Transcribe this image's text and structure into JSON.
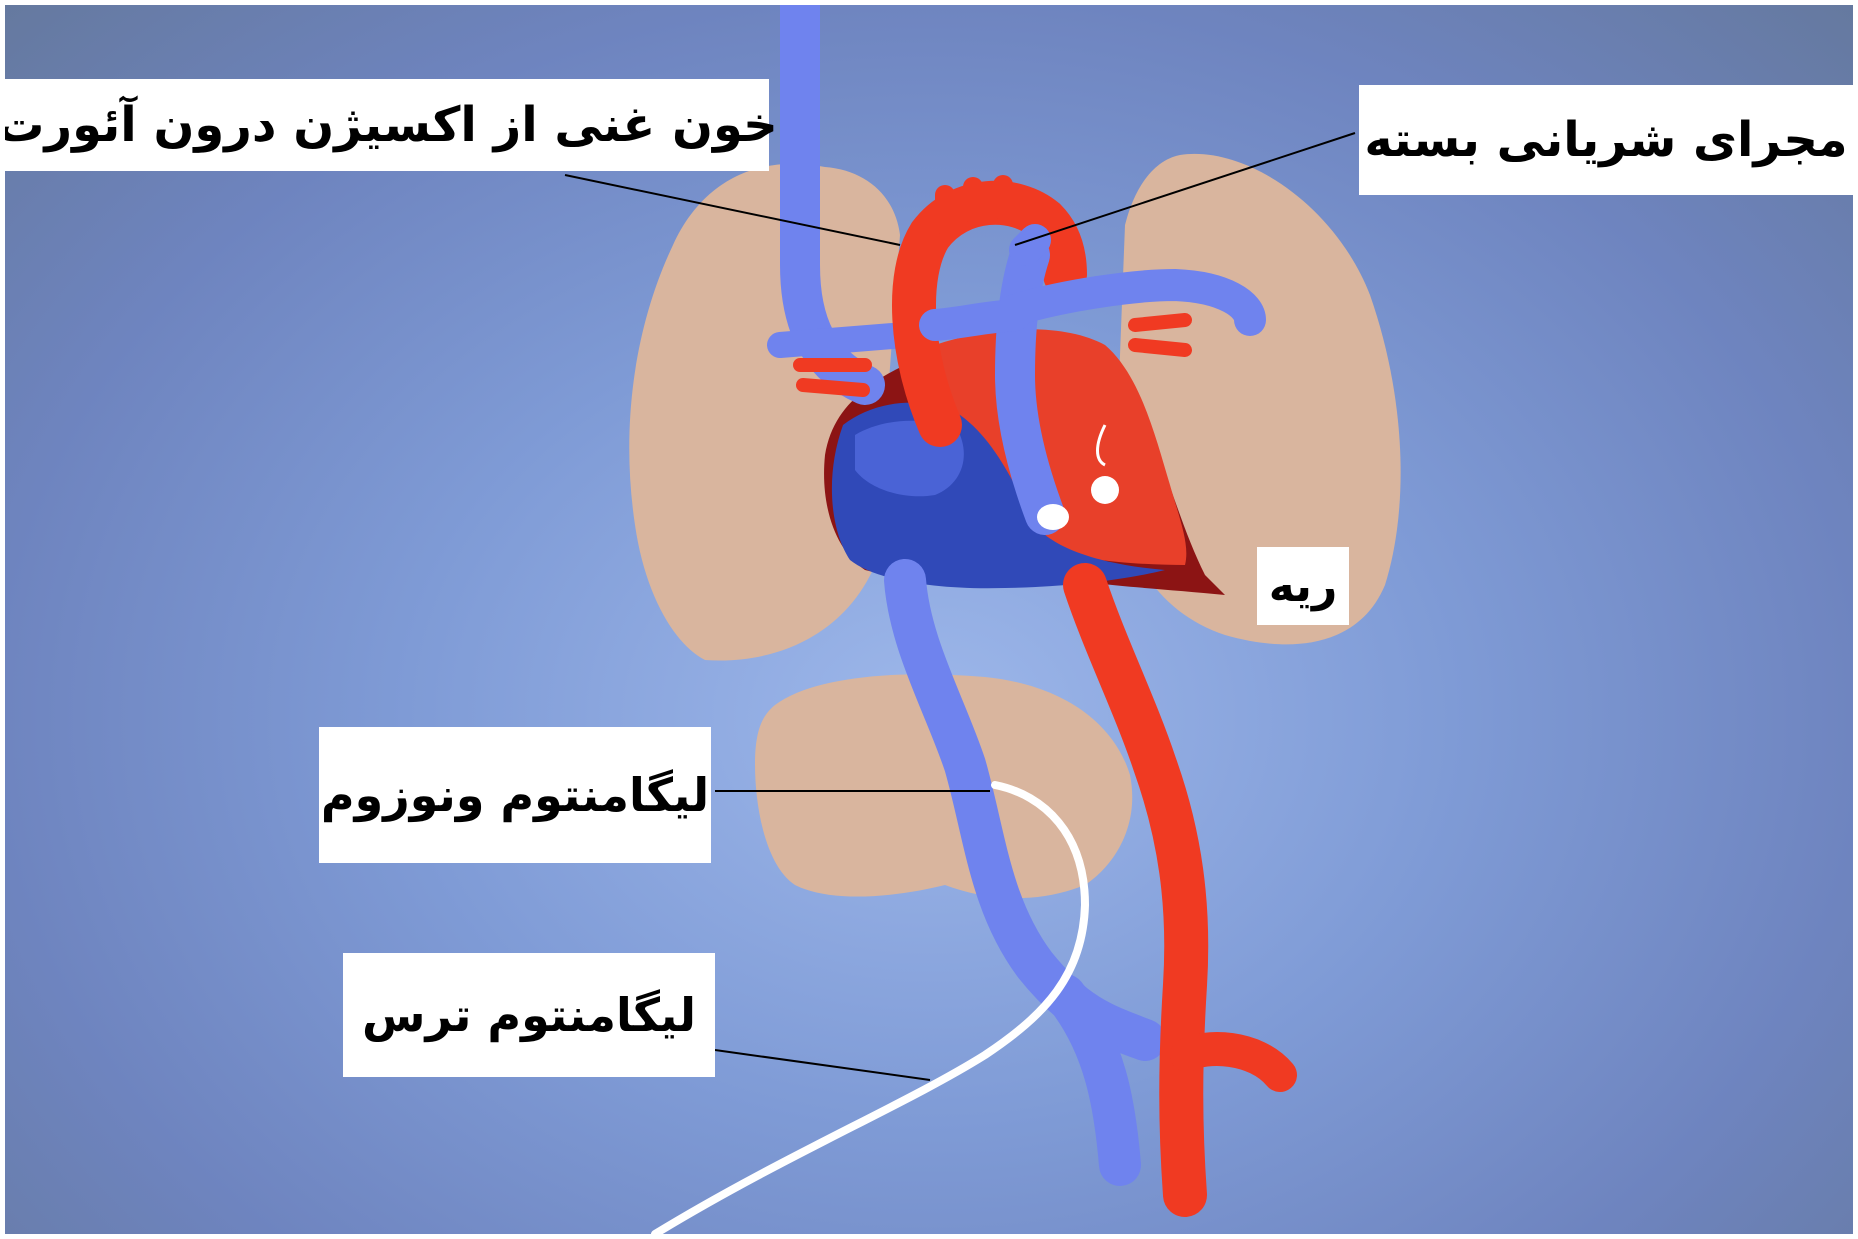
{
  "labels": {
    "aorta_oxygen_rich_blood": "خون غنی از اکسیژن درون آئورت",
    "closed_arterial_duct": "مجرای شریانی بسته",
    "lung": "ریه",
    "ligamentum_venosum": "لیگامنتوم ونوزوم",
    "ligamentum_teres": "لیگامنتوم ترس"
  },
  "colors": {
    "background": "#7f9bd6",
    "lung_tissue": "#d9b59e",
    "oxygenated_blood": "#f03a22",
    "deoxygenated_blood": "#6f83ee",
    "heart_wall": "#8c1414",
    "right_heart": "#3049b8",
    "ligament": "#ffffff"
  }
}
